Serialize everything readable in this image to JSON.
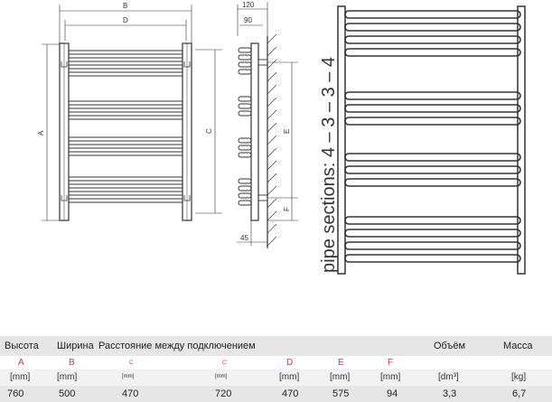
{
  "drawing": {
    "front_labels": {
      "B": "B",
      "D": "D",
      "A": "A",
      "C": "C"
    },
    "side_labels": {
      "w120": "120",
      "w90": "90",
      "E": "E",
      "F": "F",
      "w45": "45"
    },
    "pipe_sections_text": "pipe sections: 4 – 3 – 3 – 4"
  },
  "specs": {
    "headers": {
      "height": "Высота",
      "width": "Ширина",
      "distance": "Расстояние между подключением",
      "volume": "Объём",
      "mass": "Масса"
    },
    "letters": {
      "A": "A",
      "B": "B",
      "C1": "C",
      "C2": "C'",
      "D": "D",
      "E": "E",
      "F": "F"
    },
    "units": [
      "[mm]",
      "[mm]",
      "[mm]",
      "[mm]",
      "[mm]",
      "[mm]",
      "[mm]",
      "[dm³]",
      "[kg]"
    ],
    "values": {
      "A": "760",
      "B": "500",
      "C1": "470",
      "C2": "720",
      "D": "470",
      "E": "575",
      "F": "94",
      "volume": "3,3",
      "mass": "6,7"
    }
  }
}
